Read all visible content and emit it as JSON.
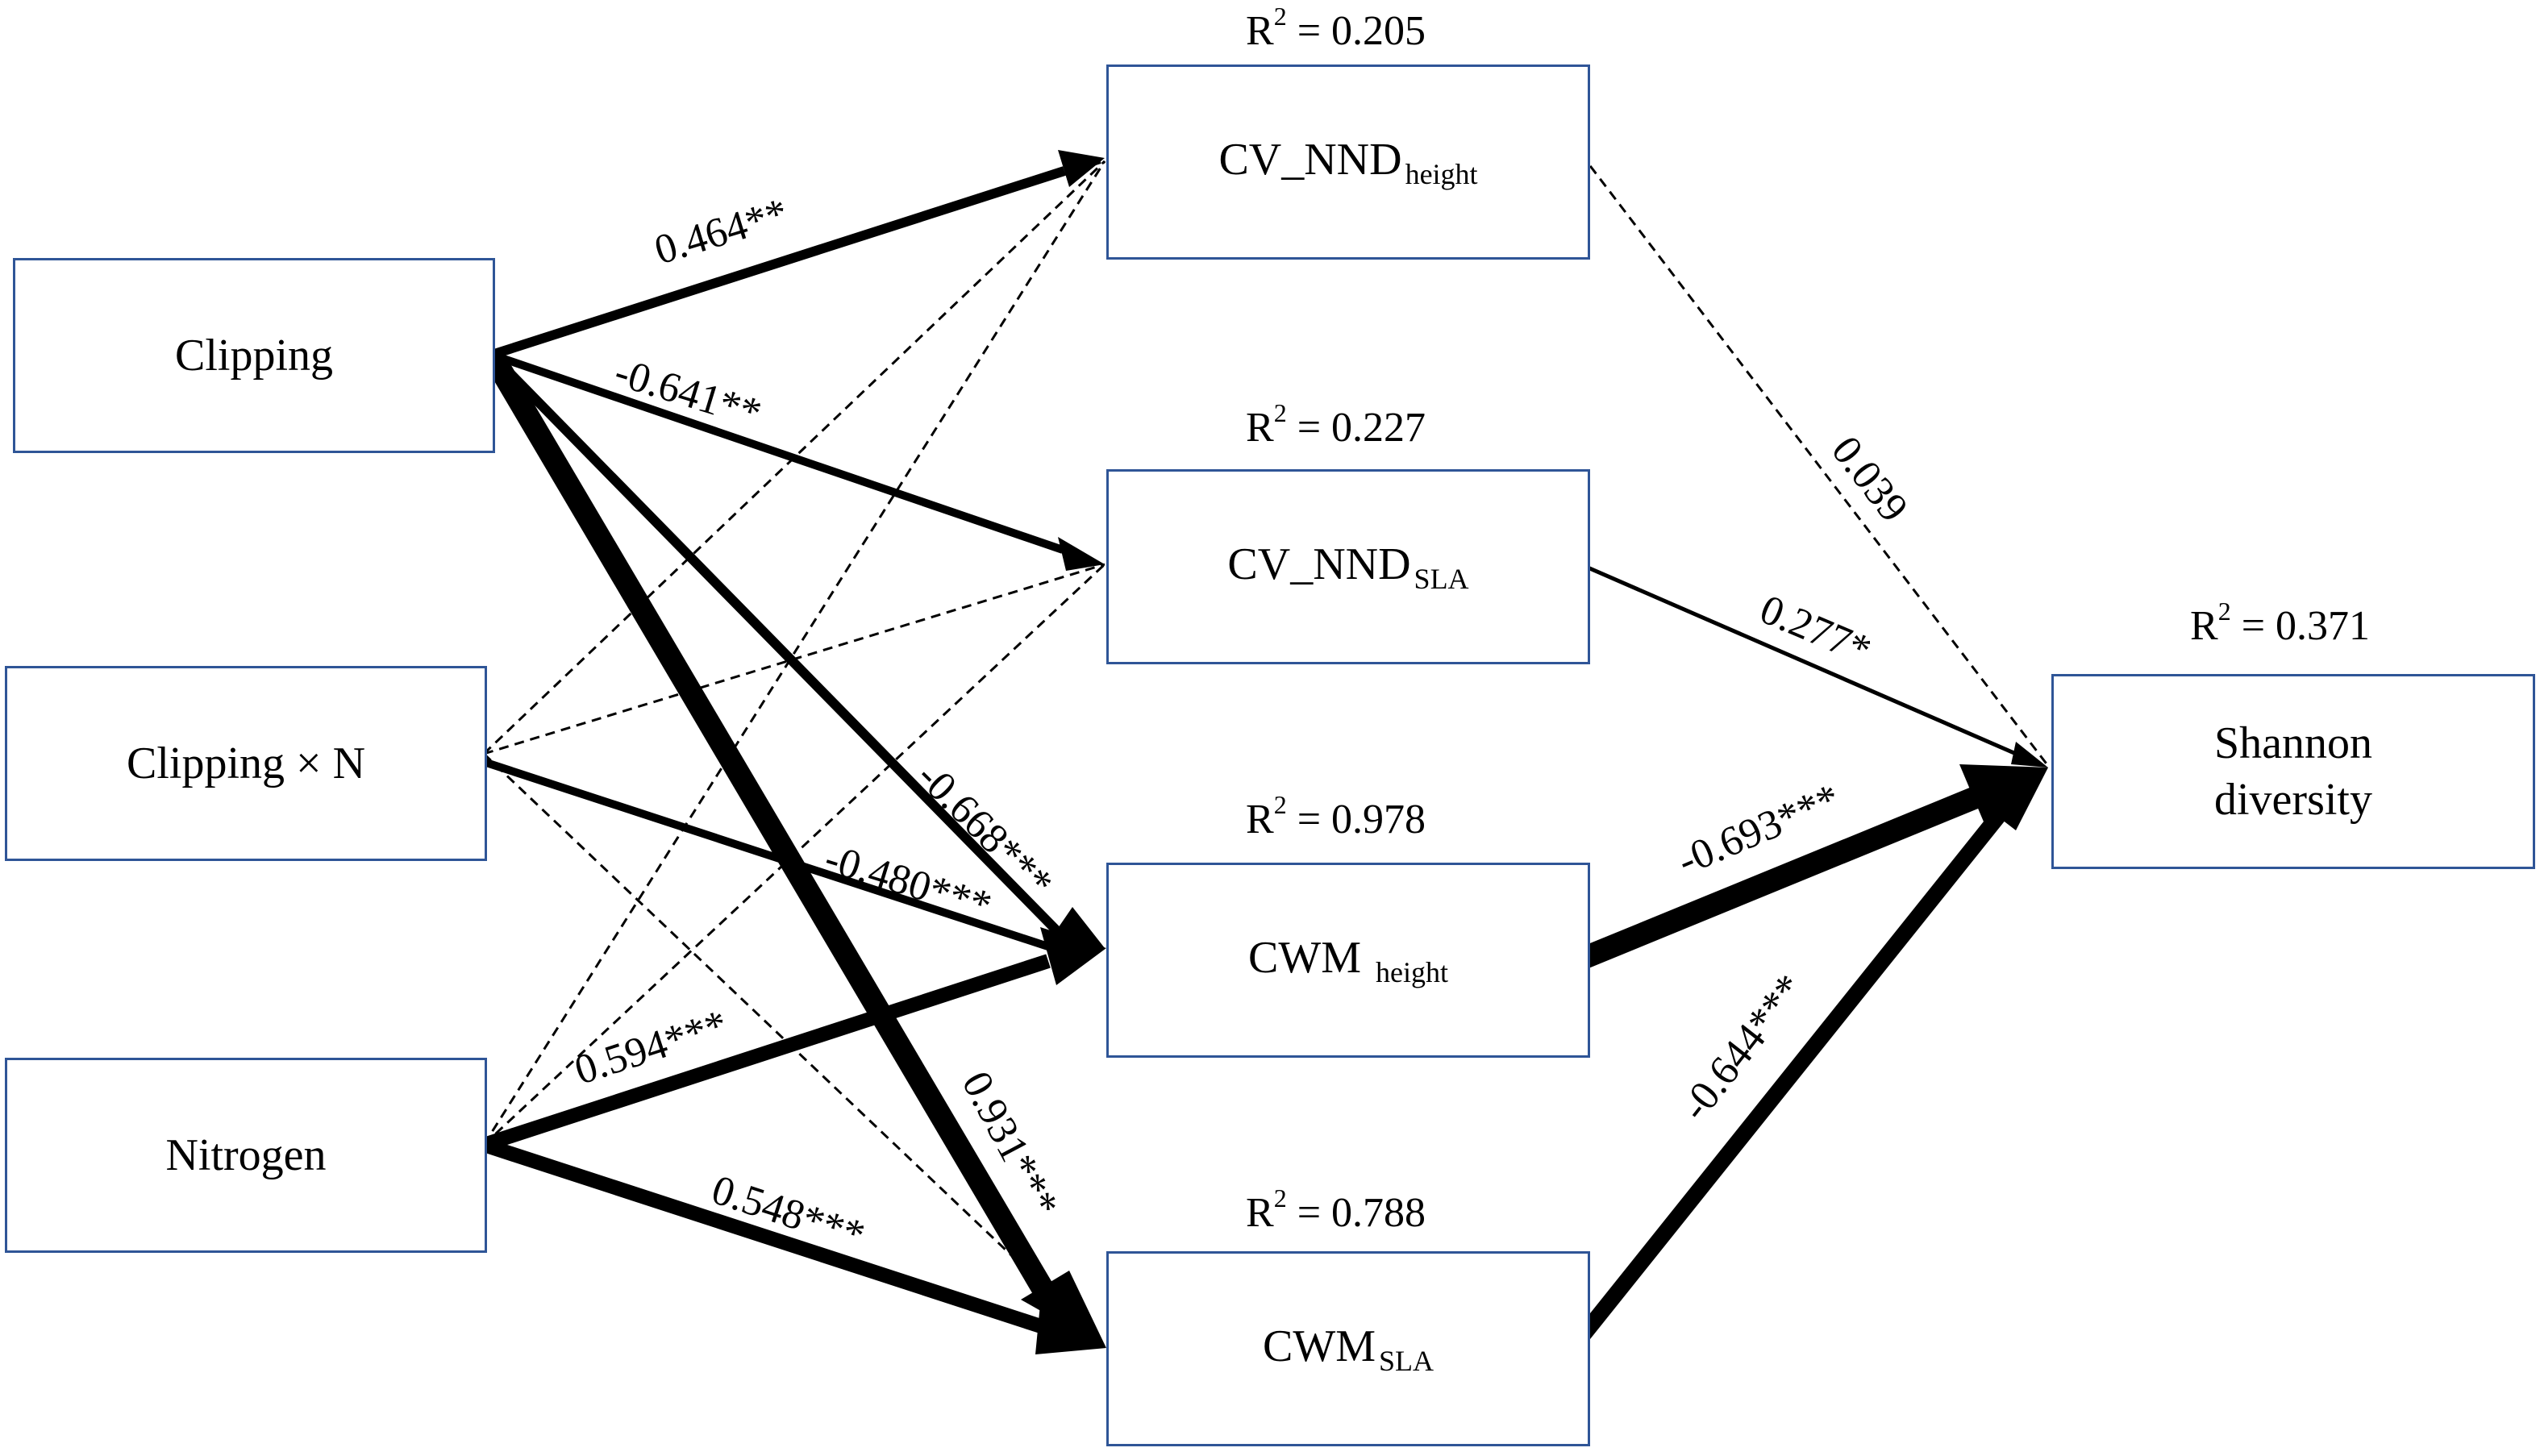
{
  "boxes": {
    "clipping": "Clipping",
    "clipping_n": "Clipping × N",
    "nitrogen": "Nitrogen",
    "cv_nnd_height": {
      "main": "CV_NND",
      "sub": "height"
    },
    "cv_nnd_sla": {
      "main": "CV_NND",
      "sub": "SLA"
    },
    "cwm_height": {
      "main": "CWM",
      "sub": "height"
    },
    "cwm_sla": {
      "main": "CWM",
      "sub": "SLA"
    },
    "shannon_line1": "Shannon",
    "shannon_line2": "diversity"
  },
  "r2": {
    "prefix": "R",
    "exp": "2",
    "cv_nnd_height": " = 0.205",
    "cv_nnd_sla": " = 0.227",
    "cwm_height": " = 0.978",
    "cwm_sla": " = 0.788",
    "shannon": " = 0.371"
  },
  "coefficients": {
    "clip_cvh": "0.464**",
    "clip_cvsla": "-0.641**",
    "clip_cwmh": "-0.668***",
    "clip_cwmsla": "0.931***",
    "cxn_cwmh": "-0.480***",
    "nit_cwmh": "0.594***",
    "nit_cwmsla": "0.548***",
    "cvh_shannon": "0.039",
    "cvsla_shannon": "0.277*",
    "cwmh_shannon": "-0.693***",
    "cwmsla_shannon": "-0.644***"
  },
  "colors": {
    "box_border": "#2f5597",
    "line": "#000000",
    "background": "#ffffff"
  }
}
